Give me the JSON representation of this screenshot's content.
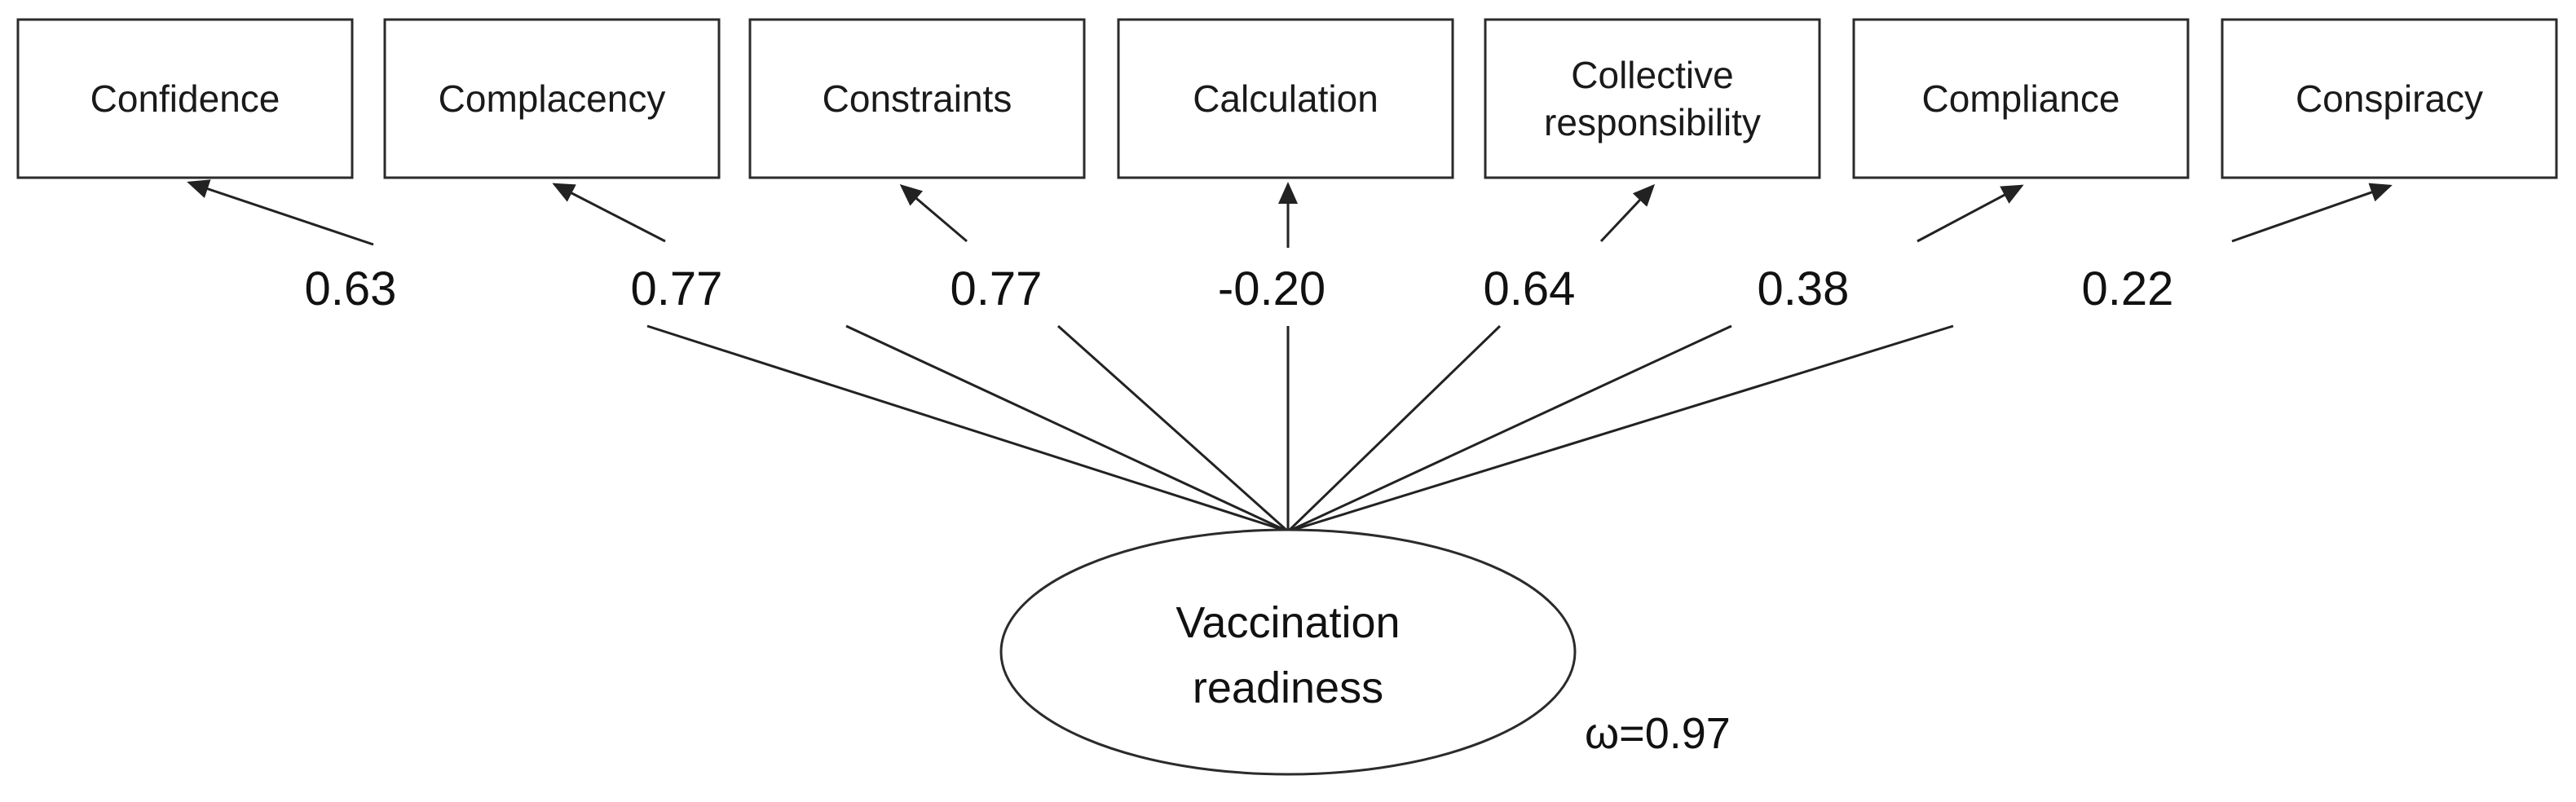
{
  "diagram": {
    "factor": {
      "lines": [
        "Vaccination",
        "readiness"
      ]
    },
    "omega_label": "ω=0.97",
    "indicators": [
      {
        "lines": [
          "Confidence"
        ],
        "loading": "0.63"
      },
      {
        "lines": [
          "Complacency"
        ],
        "loading": "0.77"
      },
      {
        "lines": [
          "Constraints"
        ],
        "loading": "0.77"
      },
      {
        "lines": [
          "Calculation"
        ],
        "loading": "-0.20"
      },
      {
        "lines": [
          "Collective",
          "responsibility"
        ],
        "loading": "0.64"
      },
      {
        "lines": [
          "Compliance"
        ],
        "loading": "0.38"
      },
      {
        "lines": [
          "Conspiracy"
        ],
        "loading": "0.22"
      }
    ],
    "colors": {
      "stroke": "#2b2b2b",
      "text": "#111111",
      "background": "#ffffff"
    }
  }
}
